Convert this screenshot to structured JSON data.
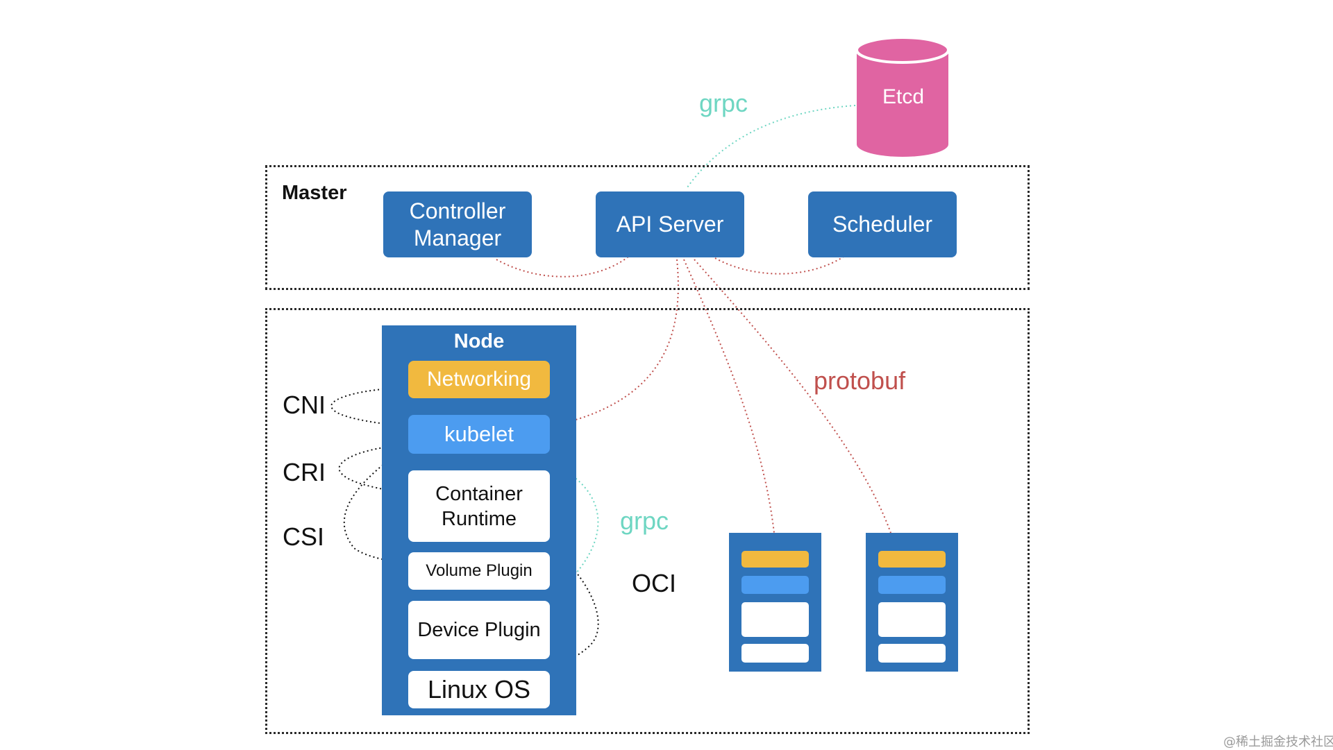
{
  "master": {
    "label": "Master",
    "controller_manager": "Controller\nManager",
    "api_server": "API Server",
    "scheduler": "Scheduler"
  },
  "etcd": {
    "label": "Etcd",
    "color": "#e064a2"
  },
  "node": {
    "title": "Node",
    "networking": "Networking",
    "kubelet": "kubelet",
    "container_runtime": "Container\nRuntime",
    "volume_plugin": "Volume Plugin",
    "device_plugin": "Device Plugin",
    "linux_os": "Linux OS"
  },
  "interfaces": {
    "cni": "CNI",
    "cri": "CRI",
    "csi": "CSI",
    "oci": "OCI"
  },
  "protocols": {
    "grpc_top": "grpc",
    "grpc_node": "grpc",
    "protobuf": "protobuf"
  },
  "watermark": "@稀土掘金技术社区",
  "colors": {
    "blue": "#2f73b8",
    "light_blue": "#4c9cf0",
    "yellow": "#f1b93f",
    "pink": "#e064a2",
    "grpc": "#6ed6c2",
    "protobuf": "#c0504d"
  }
}
